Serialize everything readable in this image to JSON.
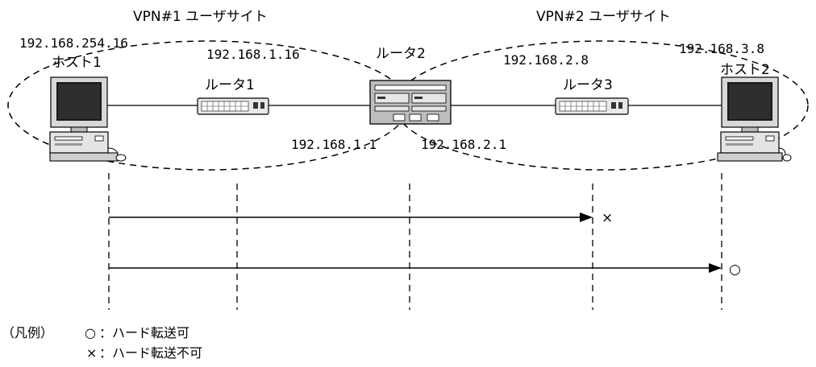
{
  "sites": {
    "vpn1_label": "VPN#1 ユーザサイト",
    "vpn2_label": "VPN#2 ユーザサイト"
  },
  "devices": {
    "host1": {
      "name": "ホスト1",
      "ip": "192.168.254.16"
    },
    "router1": {
      "name": "ルータ1",
      "ip": "192.168.1.16"
    },
    "router2": {
      "name": "ルータ2",
      "ip_left": "192.168.1.1",
      "ip_right": "192.168.2.1"
    },
    "router3": {
      "name": "ルータ3",
      "ip": "192.168.2.8"
    },
    "host2": {
      "name": "ホスト2",
      "ip": "192.168.3.8"
    }
  },
  "flows": [
    {
      "from": "ホスト1",
      "to": "ルータ3",
      "result": "×"
    },
    {
      "from": "ホスト1",
      "to": "ホスト2",
      "result": "○"
    }
  ],
  "legend": {
    "heading": "（凡例）",
    "ok_symbol": "○",
    "ok_text": "：ハード転送可",
    "ng_symbol": "×",
    "ng_text": "：ハード転送不可"
  }
}
